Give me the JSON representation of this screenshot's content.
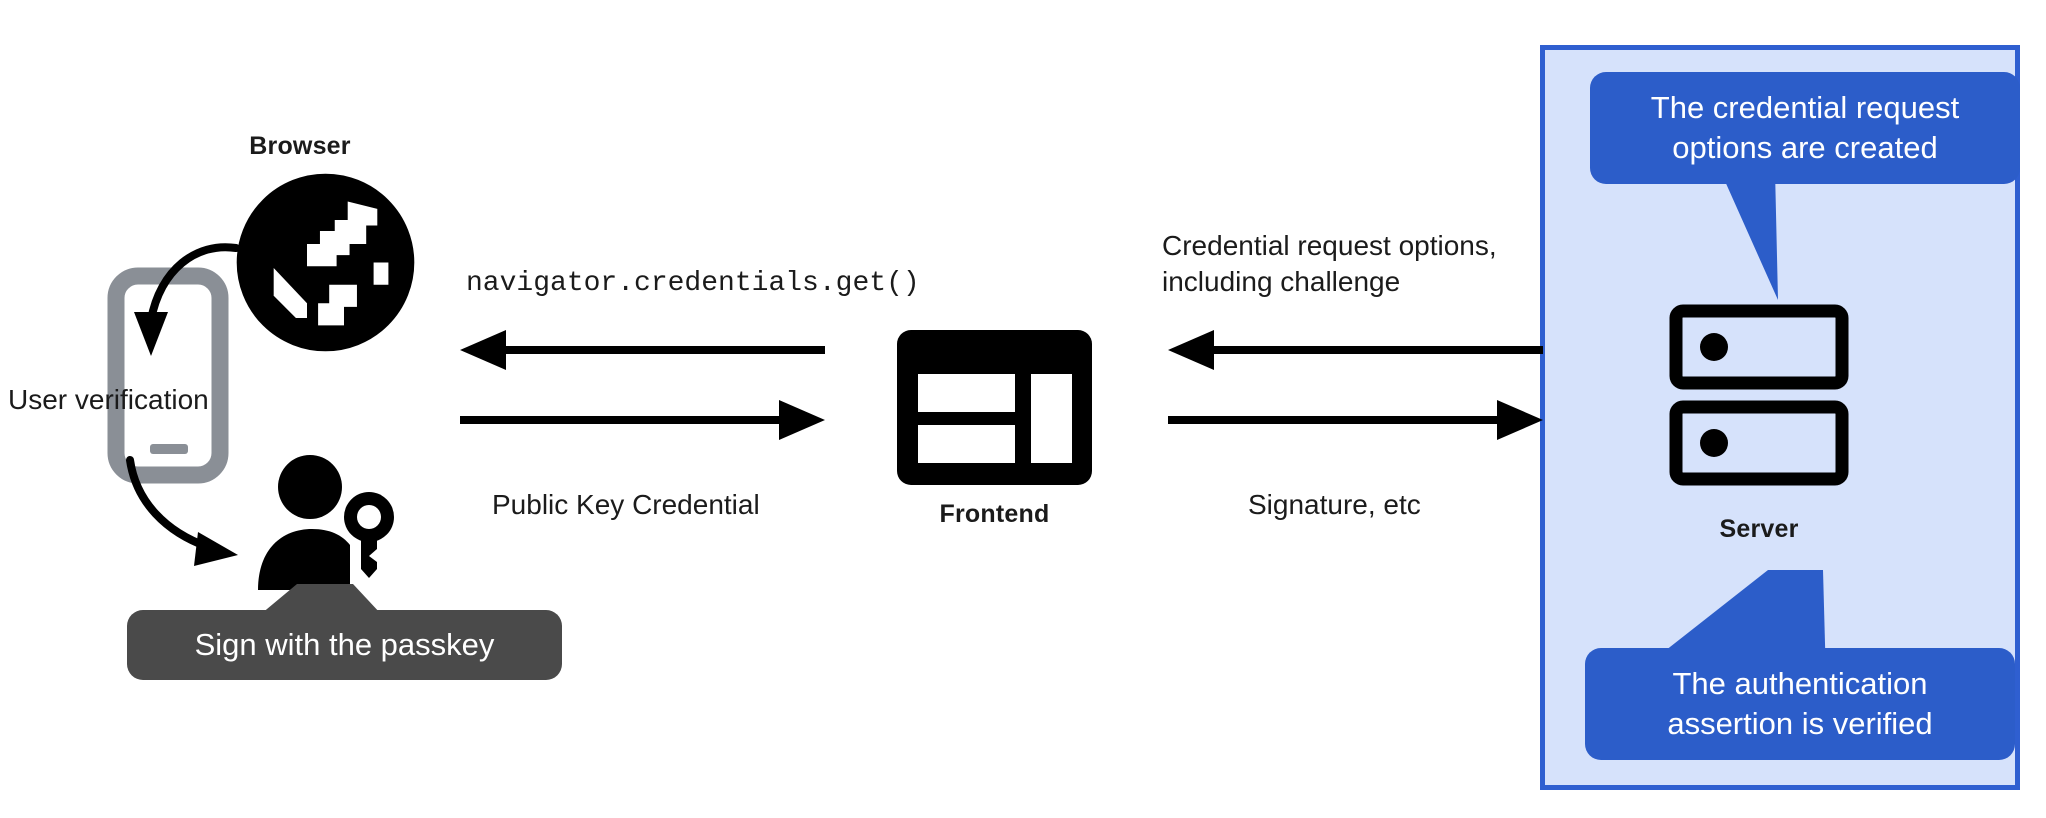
{
  "diagram": {
    "title": "WebAuthn passkey authentication flow",
    "colors": {
      "panel_background": "#d6e2fb",
      "panel_border": "#2f5fd0",
      "callout_blue": "#2c5dc9",
      "callout_dark": "#4a4a4a",
      "icon_black": "#000000",
      "phone_gray": "#8a8f96",
      "text": "#1b1b1b",
      "callout_text": "#ffffff"
    }
  },
  "nodes": {
    "browser": {
      "label": "Browser",
      "icon": "globe-icon"
    },
    "phone": {
      "icon": "mobile-phone-icon"
    },
    "user": {
      "icon": "person-with-key-icon"
    },
    "frontend": {
      "label": "Frontend",
      "icon": "web-layout-icon"
    },
    "server": {
      "label": "Server",
      "icon": "server-rack-icon"
    }
  },
  "annotations": {
    "user_verification": "User verification",
    "sign_with_passkey": "Sign with the passkey",
    "credential_request_created": [
      "The credential request",
      "options are created"
    ],
    "assertion_verified": [
      "The authentication",
      "assertion is verified"
    ]
  },
  "flows": {
    "browser_to_frontend_request": {
      "label": "navigator.credentials.get()",
      "direction": "left",
      "style": "monospace"
    },
    "frontend_to_browser_credential": {
      "label": "Public Key Credential",
      "direction": "right",
      "style": "sans"
    },
    "server_to_frontend_options": {
      "line1": "Credential request options,",
      "line2": "including challenge",
      "direction": "left",
      "style": "sans"
    },
    "frontend_to_server_signature": {
      "label": "Signature, etc",
      "direction": "right",
      "style": "sans"
    }
  }
}
